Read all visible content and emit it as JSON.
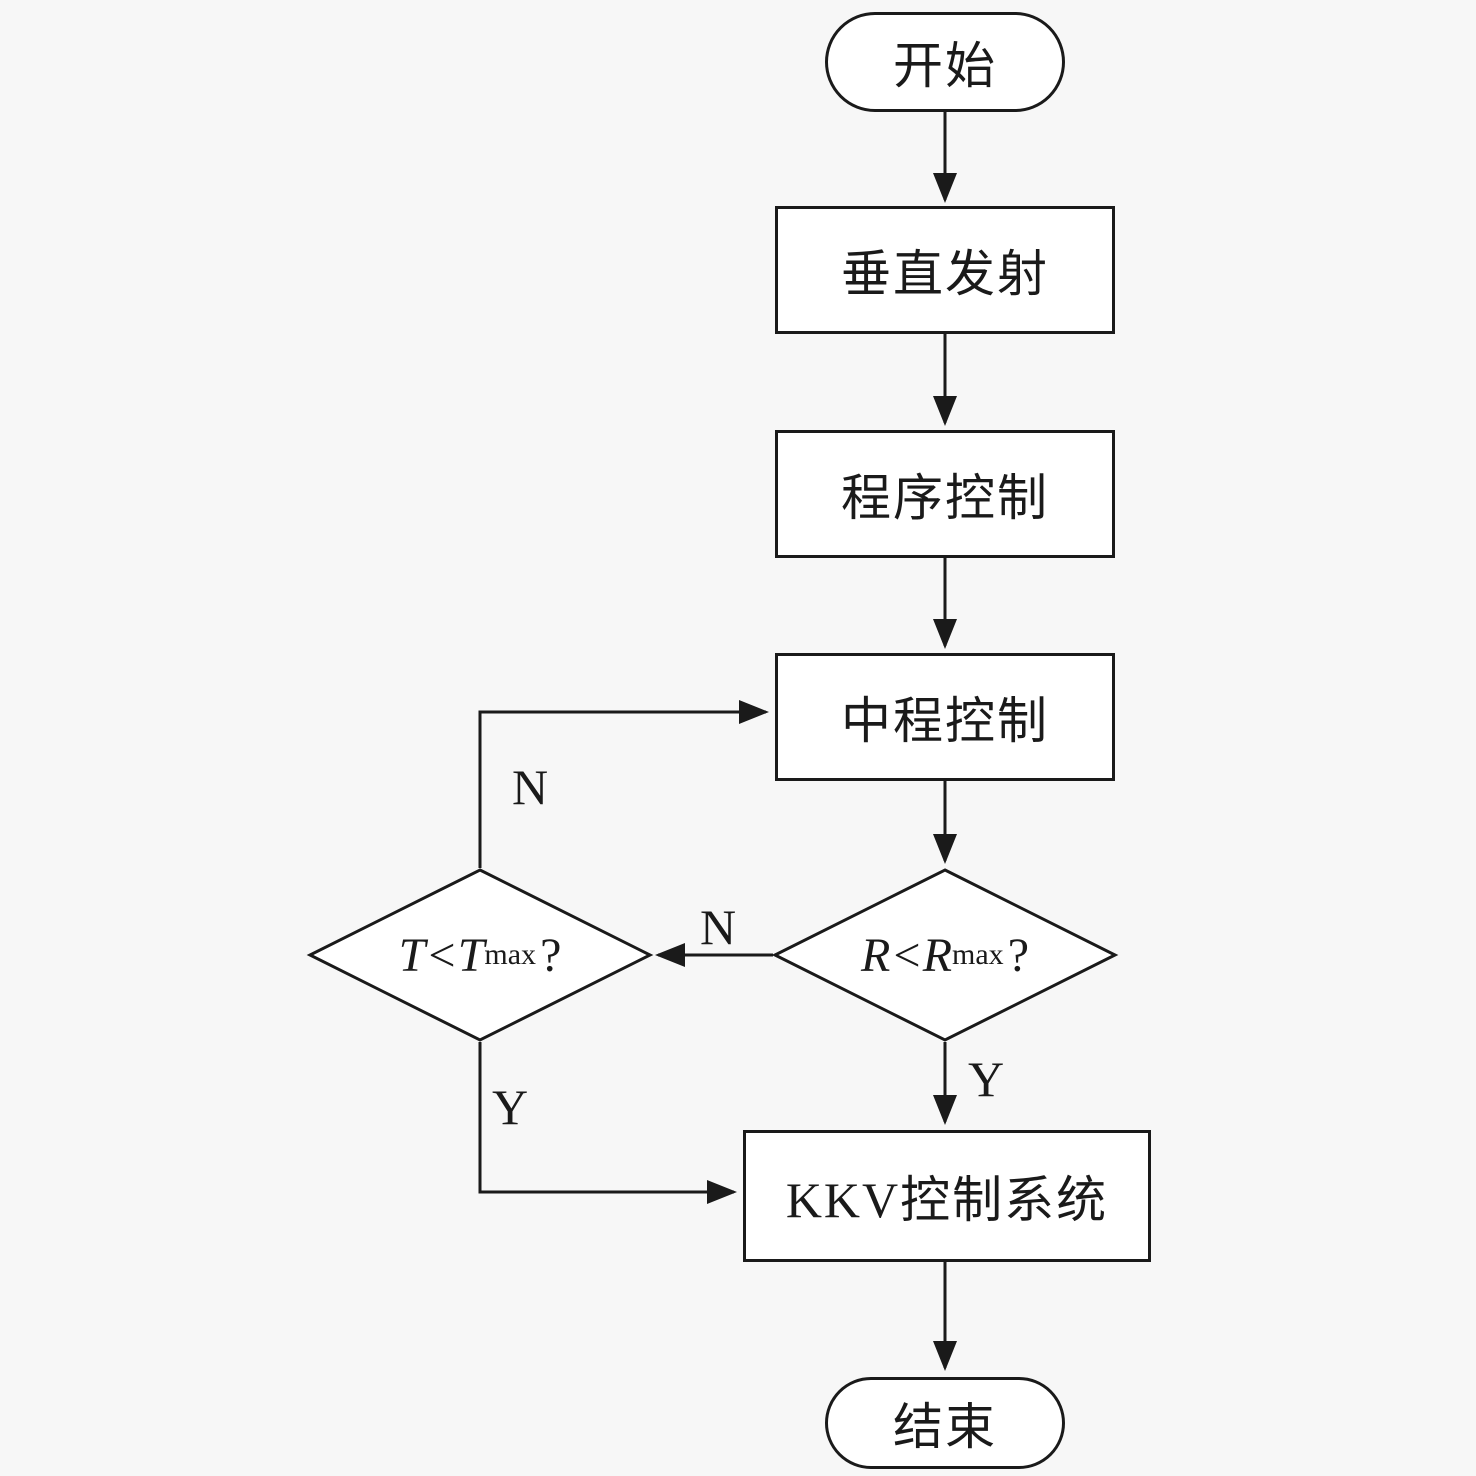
{
  "diagram": {
    "background": "#f7f7f7",
    "stroke_color": "#1a1a1a",
    "nodes": {
      "start": {
        "label": "开始"
      },
      "vertical_launch": {
        "label": "垂直发射"
      },
      "program_control": {
        "label": "程序控制"
      },
      "midcourse_control": {
        "label": "中程控制"
      },
      "decision_r": {
        "expr": "R<R",
        "sub": "max",
        "q": "?"
      },
      "decision_t": {
        "expr": "T<T",
        "sub": "max",
        "q": "?"
      },
      "kkv_control": {
        "label": "KKV控制系统"
      },
      "end": {
        "label": "结束"
      }
    },
    "edge_labels": {
      "r_no": "N",
      "r_yes": "Y",
      "t_no": "N",
      "t_yes": "Y"
    }
  }
}
